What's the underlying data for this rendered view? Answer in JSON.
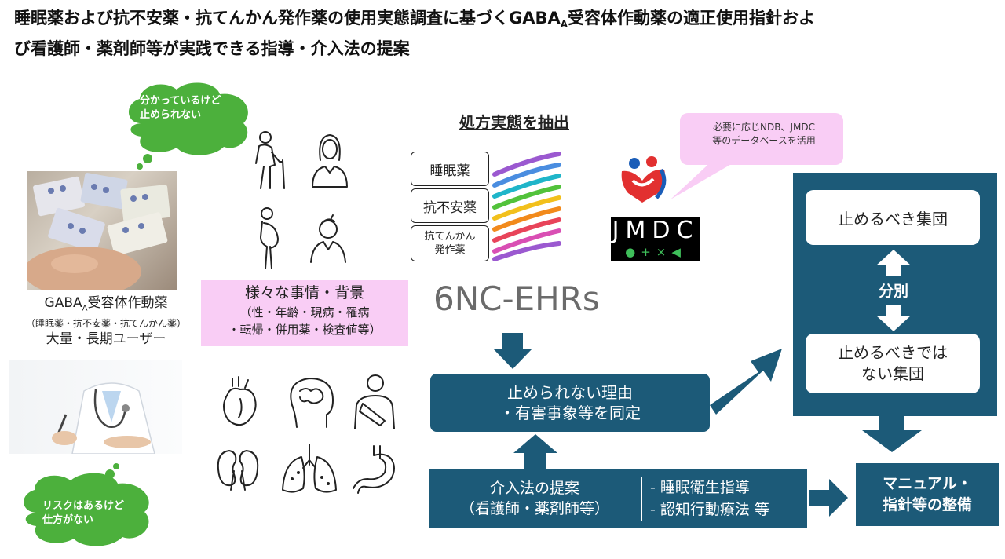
{
  "title": {
    "line1_pre": "睡眠薬および抗不安薬・抗てんかん発作薬の使用実態調査に基づくGABA",
    "line1_sub": "A",
    "line1_post": "受容体作動薬の適正使用指針およ",
    "line2": "び看護師・薬剤師等が実践できる指導・介入法の提案"
  },
  "thought_top": "分かっているけど\n止められない",
  "thought_bottom": "リスクはあるけど\n仕方がない",
  "user_group": {
    "line1_pre": "GABA",
    "line1_sub": "A",
    "line1_post": "受容体作動薬",
    "line2": "（睡眠薬・抗不安薬・抗てんかん薬）",
    "line3": "大量・長期ユーザー"
  },
  "background_box": {
    "heading": "様々な事情・背景",
    "line1": "（性・年齢・現病・罹病",
    "line2": "・転帰・併用薬・検査値等）"
  },
  "extract_heading": "処方実態を抽出",
  "drugs": [
    "睡眠薬",
    "抗不安薬",
    "抗てんかん\n発作薬"
  ],
  "ehr_label": "6NC-EHRs",
  "database_bubble": "必要に応じNDB、JMDC\n等のデータベースを活用",
  "jmdc_logo": "JMDC",
  "jmdc_symbols": "●+×◀",
  "reason_box": "止められない理由\n・有害事象等を同定",
  "intervention": {
    "label": "介入法の提案\n（看護師・薬剤師等）",
    "items": "- 睡眠衛生指導\n- 認知行動療法 等"
  },
  "groups": {
    "stop": "止めるべき集団",
    "split": "分別",
    "not_stop": "止めるべきでは\nない集団"
  },
  "manual_box": "マニュアル・\n指針等の整備",
  "colors": {
    "navy": "#1c5a78",
    "green": "#4cb03c",
    "pink": "#f9cdf5"
  },
  "icons": [
    "elderly-person-icon",
    "woman-icon",
    "pregnant-woman-icon",
    "child-icon",
    "heart-icon",
    "brain-icon",
    "injured-arm-icon",
    "kidney-icon",
    "lungs-icon",
    "stomach-icon",
    "mhlw-logo-icon",
    "drug-ribbon-icon",
    "pill-sheets-photo",
    "doctor-photo"
  ]
}
